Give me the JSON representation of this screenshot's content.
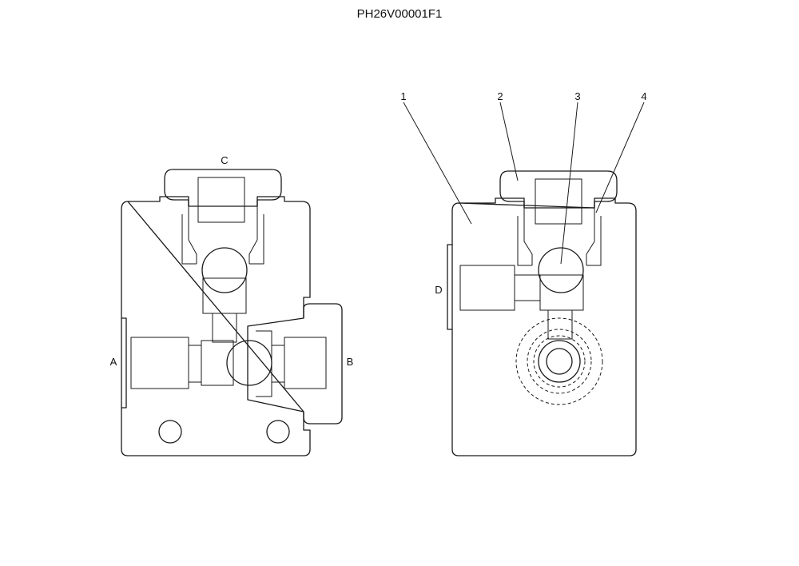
{
  "drawing_code": "PH26V00001F1",
  "left_view": {
    "port_labels": {
      "a": "A",
      "b": "B",
      "c": "C"
    }
  },
  "right_view": {
    "port_label_d": "D",
    "callouts": [
      "1",
      "2",
      "3",
      "4"
    ]
  }
}
